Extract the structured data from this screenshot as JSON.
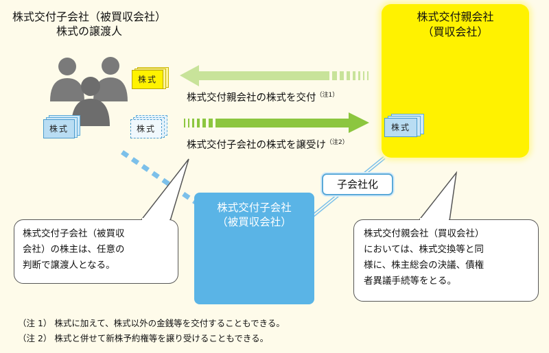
{
  "seller": {
    "title_line1": "株式交付子会社（被買収会社）",
    "title_line2": "株式の譲渡人"
  },
  "parent": {
    "title_line1": "株式交付親会社",
    "title_line2": "（買収会社）"
  },
  "subsidiary": {
    "title_line1": "株式交付子会社",
    "title_line2": "（被買収会社）"
  },
  "arrows": {
    "top_label": "株式交付親会社の株式を交付",
    "top_note": "（注1）",
    "bottom_label": "株式交付子会社の株式を譲受け",
    "bottom_note": "（注2）"
  },
  "share_label": "株式",
  "subsidiarization_label": "子会社化",
  "left_callout": {
    "line1": "株式交付子会社（被買収",
    "line2": "会社）の株主は、任意の",
    "line3": "判断で譲渡人となる。"
  },
  "right_callout": {
    "line1": "株式交付親会社（買収会社）",
    "line2": "においては、株式交換等と同",
    "line3": "様に、株主総会の決議、債権",
    "line4": "者異議手続等をとる。"
  },
  "footnotes": {
    "note1": "（注 1）  株式に加えて、株式以外の金銭等を交付することもできる。",
    "note2": "（注 2）  株式と併せて新株予約権等を譲り受けることもできる。"
  },
  "colors": {
    "parent_box": "#fff200",
    "sub_box": "#5ab4e6",
    "arrow_green": "#8cc63f",
    "arrow_light_green": "#c8e39a",
    "line_blue": "#5aa9d8"
  }
}
